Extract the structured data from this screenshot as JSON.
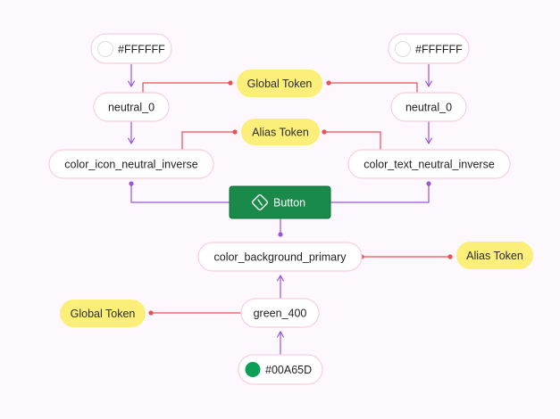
{
  "nodes": {
    "white_left": "#FFFFFF",
    "white_right": "#FFFFFF",
    "neutral_left": "neutral_0",
    "neutral_right": "neutral_0",
    "icon_inverse": "color_icon_neutral_inverse",
    "text_inverse": "color_text_neutral_inverse",
    "button": "Button",
    "bg_primary": "color_background_primary",
    "green_400": "green_400",
    "green_hex": "#00A65D"
  },
  "tags": {
    "global_top": "Global Token",
    "alias_top": "Alias Token",
    "alias_right": "Alias Token",
    "global_left": "Global Token"
  },
  "colors": {
    "background": "#fcf8fd",
    "node_border": "#f7cfe0",
    "node_fill": "#ffffff",
    "tag_fill": "#fbef7a",
    "button_fill": "#1a8a4a",
    "button_border": "#0f6e37",
    "purple_arrow": "#9a56d6",
    "red_arrow": "#ec4f55",
    "white_swatch": "#ffffff",
    "green_swatch": "#0d9f56"
  },
  "icons": {
    "button_icon": "component-diamond-icon"
  }
}
